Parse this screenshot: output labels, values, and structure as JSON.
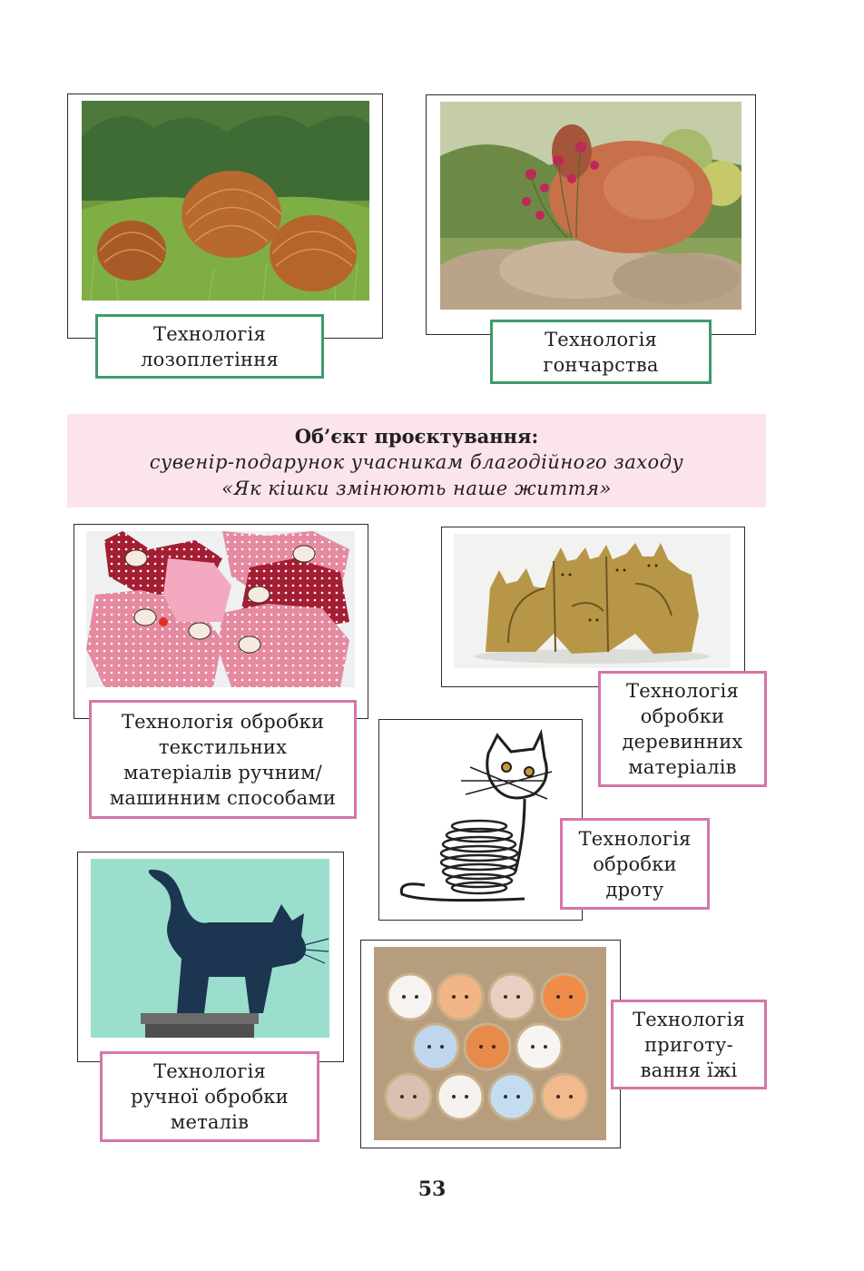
{
  "captions": {
    "wicker": "Технологія\nлозоплетіння",
    "pottery": "Технологія\nгончарства",
    "textile": "Технологія обробки\nтекстильних\nматеріалів ручним/\nмашинним способами",
    "wood": "Технологія\nобробки\nдеревинних\nматеріалів",
    "wire": "Технологія\nобробки\nдроту",
    "metal": "Технологія\nручної обробки\nметалів",
    "food": "Технологія\nприготу-\nвання їжі"
  },
  "banner": {
    "title": "Об’єкт проєктування:",
    "line1": "сувенір-подарунок учасникам благодійного заходу",
    "line2": "«Як кішки змінюють наше життя»"
  },
  "page_number": "53",
  "colors": {
    "green_border": "#3e9a6c",
    "pink_border": "#d675a8",
    "banner_bg": "#fbe4ee"
  }
}
